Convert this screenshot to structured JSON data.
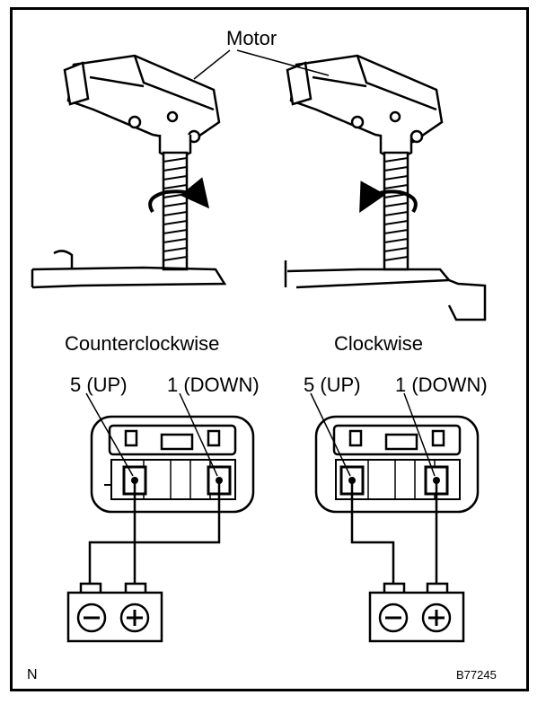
{
  "labels": {
    "motor": "Motor",
    "left_direction": "Counterclockwise",
    "right_direction": "Clockwise",
    "terminal_up": "5 (UP)",
    "terminal_down": "1 (DOWN)",
    "corner_left": "N",
    "figure_code": "B77245"
  },
  "battery": {
    "negative_symbol": "−",
    "positive_symbol": "+"
  },
  "icons": [
    "motor-icon",
    "rotation-arrow-icon",
    "connector-icon",
    "battery-icon"
  ],
  "colors": {
    "line": "#000000",
    "background": "#ffffff"
  }
}
